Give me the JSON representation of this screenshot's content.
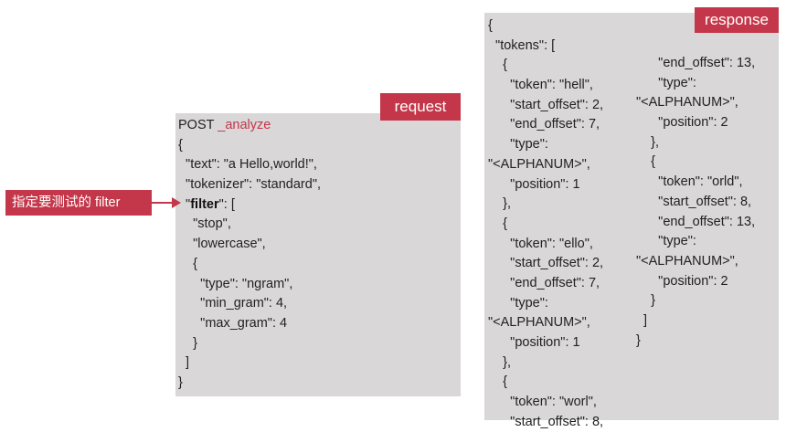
{
  "request": {
    "tag": "request",
    "method": "POST",
    "endpoint": "_analyze",
    "lines": [
      "{",
      "  \"text\": \"a Hello,world!\",",
      "  \"tokenizer\": \"standard\",",
      "  \"filter\": [",
      "    \"stop\",",
      "    \"lowercase\",",
      "    {",
      "      \"type\": \"ngram\",",
      "      \"min_gram\": 4,",
      "      \"max_gram\": 4",
      "    }",
      "  ]",
      "}"
    ],
    "filter_keyword": "filter",
    "filter_rest": "\": [",
    "filter_prefix": "  \""
  },
  "callout": {
    "label": "指定要测试的 filter",
    "color": "#c4374a"
  },
  "response": {
    "tag": "response",
    "column1": [
      "{",
      "  \"tokens\": [",
      "    {",
      "      \"token\": \"hell\",",
      "      \"start_offset\": 2,",
      "      \"end_offset\": 7,",
      "      \"type\":",
      "\"<ALPHANUM>\",",
      "      \"position\": 1",
      "    },",
      "    {",
      "      \"token\": \"ello\",",
      "      \"start_offset\": 2,",
      "      \"end_offset\": 7,",
      "      \"type\":",
      "\"<ALPHANUM>\",",
      "      \"position\": 1",
      "    },",
      "    {",
      "      \"token\": \"worl\",",
      "      \"start_offset\": 8,"
    ],
    "column2": [
      "      \"end_offset\": 13,",
      "      \"type\":",
      "\"<ALPHANUM>\",",
      "      \"position\": 2",
      "    },",
      "    {",
      "      \"token\": \"orld\",",
      "      \"start_offset\": 8,",
      "      \"end_offset\": 13,",
      "      \"type\":",
      "\"<ALPHANUM>\",",
      "      \"position\": 2",
      "    }",
      "  ]",
      "}"
    ]
  },
  "colors": {
    "accent": "#c4374a",
    "panel": "#d9d7d7",
    "text": "#222222"
  }
}
